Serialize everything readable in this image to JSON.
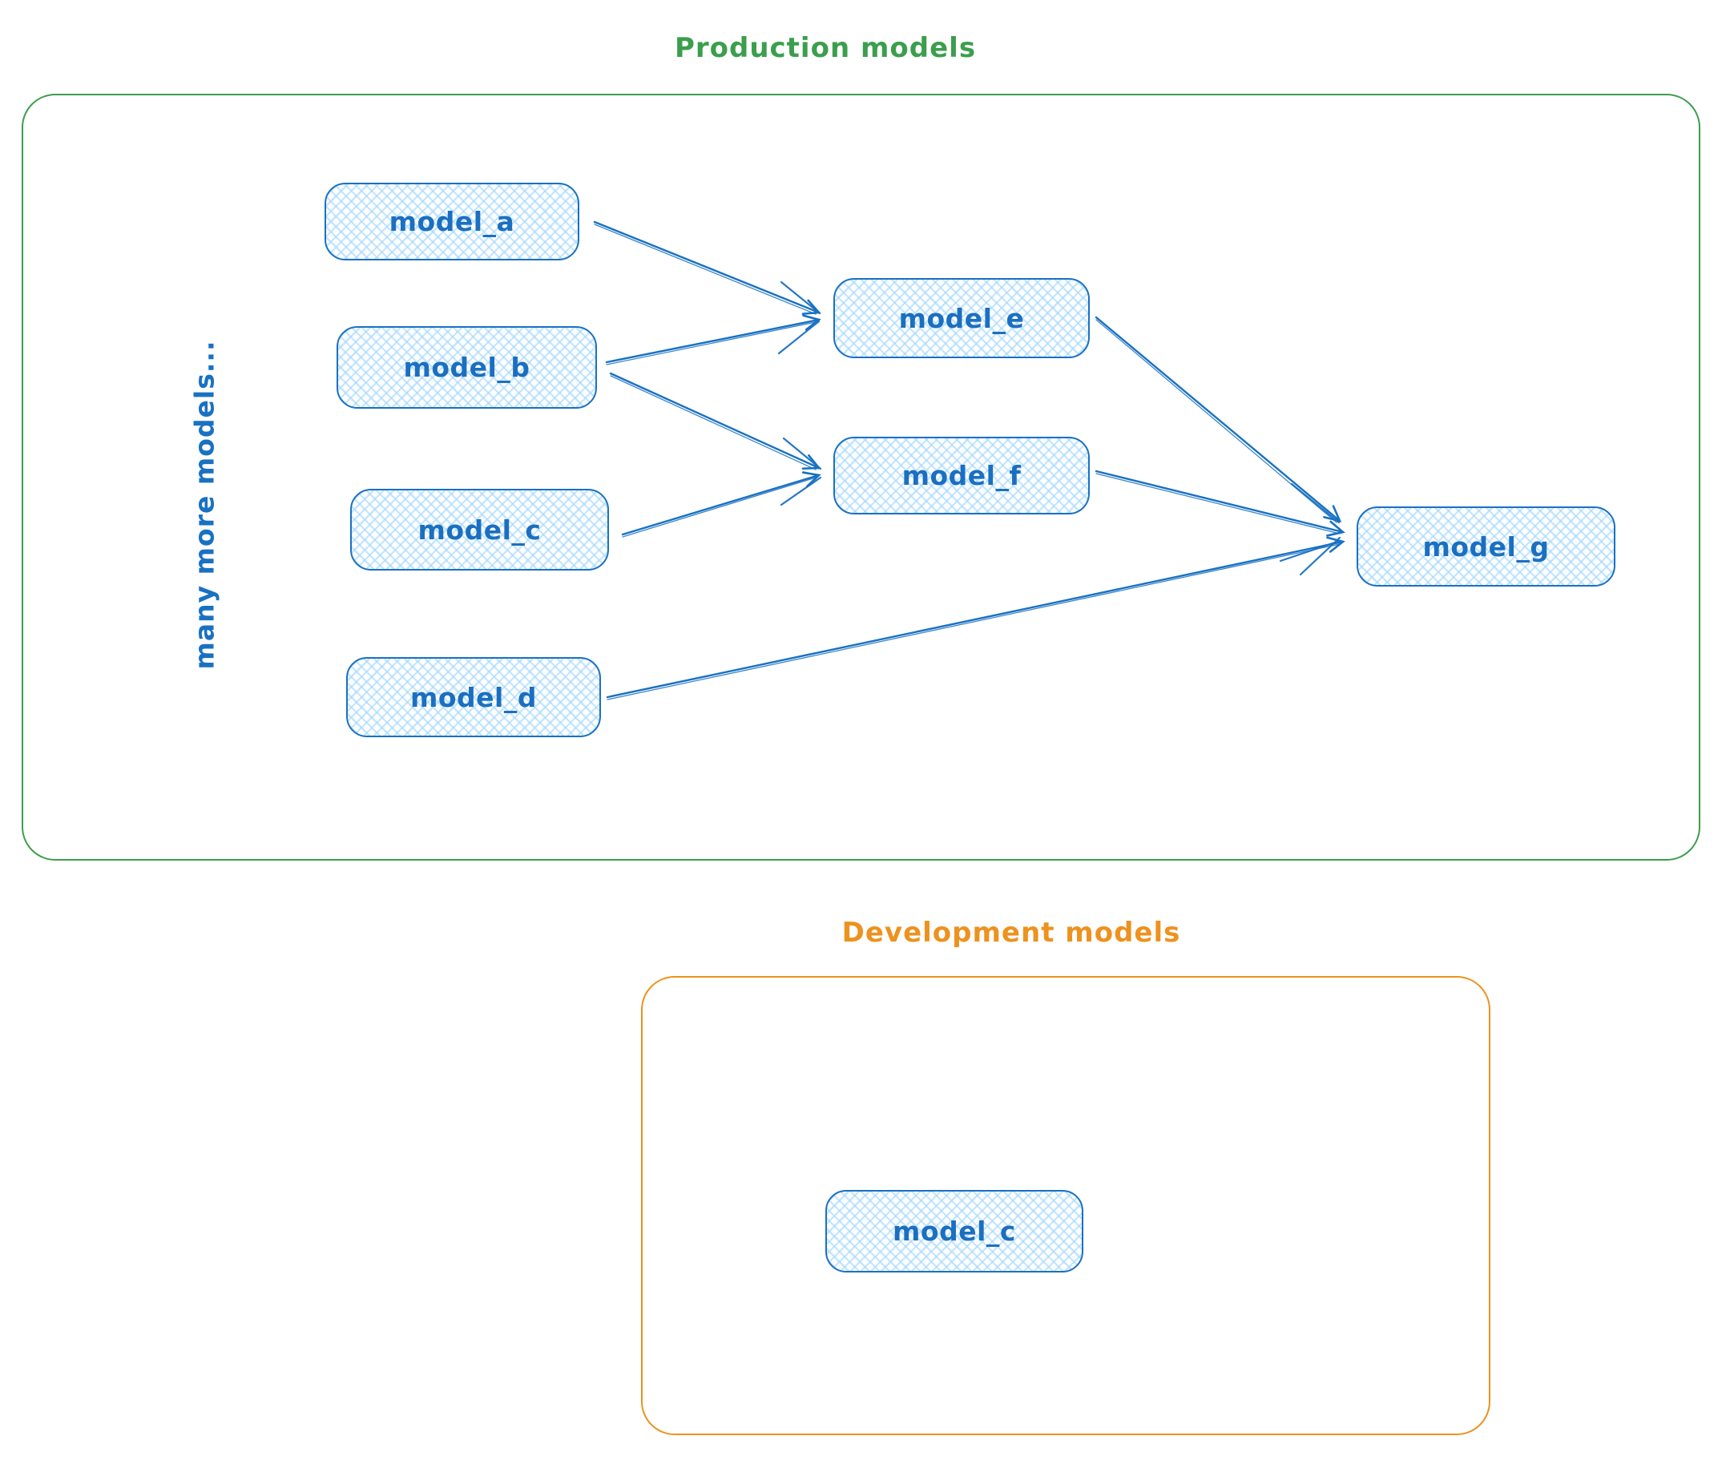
{
  "production": {
    "title": "Production models",
    "color": "#3c9e4d"
  },
  "development": {
    "title": "Development models",
    "color": "#ed921f"
  },
  "side_note": "many more models...",
  "node_style": {
    "stroke_color": "#1971c2",
    "fill_color": "#a5d8ff",
    "fill_style": "cross-hatch",
    "text_color": "#1b6fc1"
  },
  "nodes": {
    "a": {
      "label": "model_a",
      "group": "production"
    },
    "b": {
      "label": "model_b",
      "group": "production"
    },
    "c": {
      "label": "model_c",
      "group": "production"
    },
    "d": {
      "label": "model_d",
      "group": "production"
    },
    "e": {
      "label": "model_e",
      "group": "production"
    },
    "f": {
      "label": "model_f",
      "group": "production"
    },
    "g": {
      "label": "model_g",
      "group": "production"
    },
    "dev_c": {
      "label": "model_c",
      "group": "development"
    }
  },
  "edges": [
    {
      "from": "model_a",
      "to": "model_e"
    },
    {
      "from": "model_b",
      "to": "model_e"
    },
    {
      "from": "model_b",
      "to": "model_f"
    },
    {
      "from": "model_c",
      "to": "model_f"
    },
    {
      "from": "model_e",
      "to": "model_g"
    },
    {
      "from": "model_f",
      "to": "model_g"
    },
    {
      "from": "model_d",
      "to": "model_g"
    }
  ]
}
